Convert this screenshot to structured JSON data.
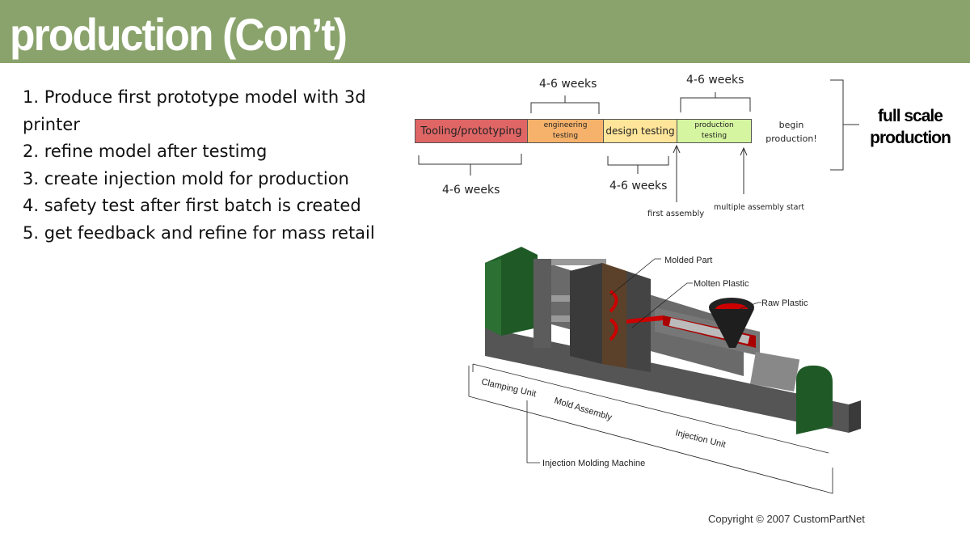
{
  "slide": {
    "title": "production (Con’t)",
    "steps": [
      "1. Produce first prototype model with 3d printer",
      "2. refine model after testimg",
      "3. create injection mold for production",
      "4. safety test after first batch is created",
      "5. get feedback and refine for mass retail"
    ]
  },
  "timeline": {
    "segments": [
      {
        "label": "Tooling/prototyping",
        "color": "#e06666"
      },
      {
        "label": "engineering testing",
        "color": "#f6b26b"
      },
      {
        "label": "design testing",
        "color": "#ffe599"
      },
      {
        "label": "production testing",
        "color": "#d5f5a0"
      }
    ],
    "durations": [
      "4-6 weeks",
      "4-6 weeks",
      "4-6 weeks",
      "4-6 weeks"
    ],
    "begin": "begin production!",
    "markers": [
      "first assembly",
      "multiple assembly start"
    ],
    "full_scale": "full scale production"
  },
  "diagram": {
    "labels": {
      "molded_part": "Molded Part",
      "molten_plastic": "Molten Plastic",
      "raw_plastic": "Raw Plastic",
      "clamping_unit": "Clamping Unit",
      "mold_assembly": "Mold Assembly",
      "injection_unit": "Injection Unit",
      "machine": "Injection Molding Machine"
    },
    "copyright": "Copyright © 2007 CustomPartNet"
  }
}
